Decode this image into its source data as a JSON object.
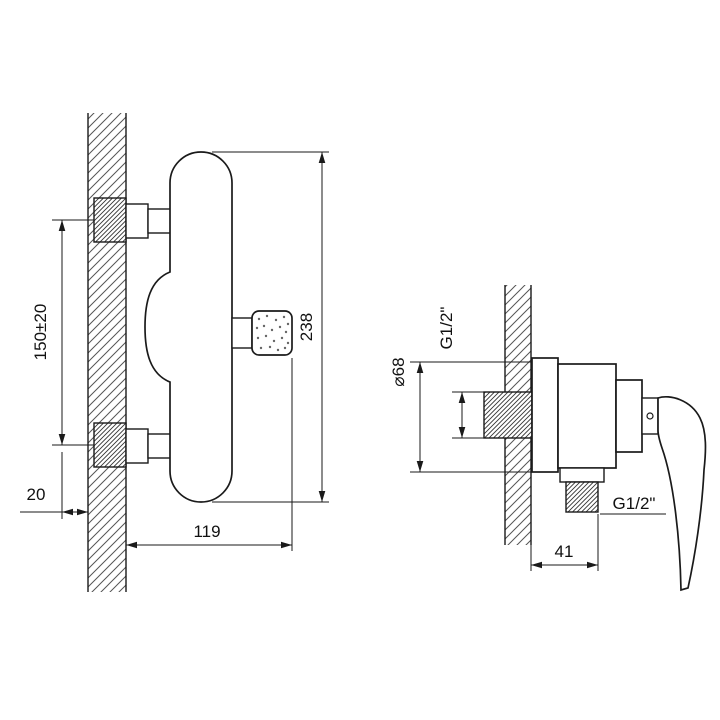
{
  "page": {
    "background_color": "#ffffff",
    "line_color": "#1a1a1a"
  },
  "drawing": {
    "front_view": {
      "dim_inlet_spacing": "150±20",
      "dim_wall_offset": "20",
      "dim_body_width": "119",
      "dim_body_height": "238"
    },
    "side_view": {
      "dim_flange_diameter": "⌀68",
      "dim_inlet_thread": "G1/2\"",
      "dim_outlet_thread": "G1/2\"",
      "dim_depth": "41"
    }
  }
}
